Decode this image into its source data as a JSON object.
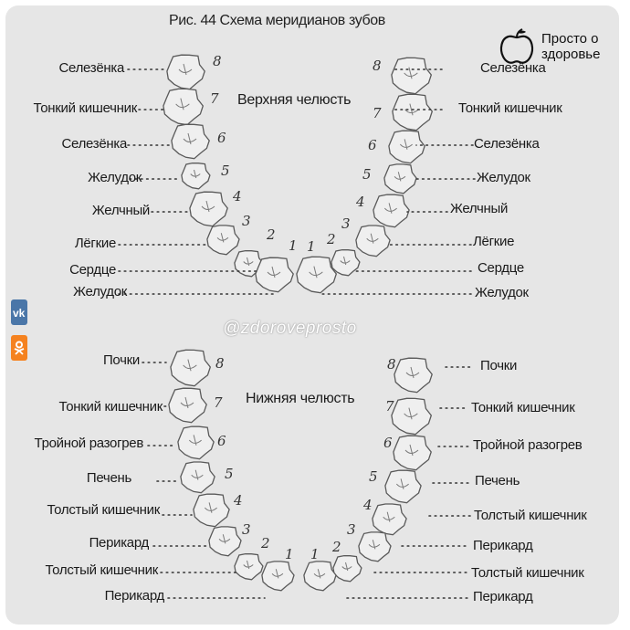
{
  "title": "Рис. 44 Схема меридианов зубов",
  "brand": {
    "line1": "Просто о",
    "line2": "здоровье"
  },
  "watermark": "@zdoroveprosto",
  "upper_jaw": {
    "label": "Верхняя челюсть",
    "left_labels": [
      "Селезёнка",
      "Тонкий кишечник",
      "Селезёнка",
      "Желудок",
      "Желчный",
      "Лёгкие",
      "Сердце",
      "Желудок"
    ],
    "right_labels": [
      "Селезёнка",
      "Тонкий кишечник",
      "Селезёнка",
      "Желудок",
      "Желчный",
      "Лёгкие",
      "Сердце",
      "Желудок"
    ],
    "tooth_numbers_left": [
      "8",
      "7",
      "6",
      "5",
      "4",
      "3",
      "2",
      "1"
    ],
    "tooth_numbers_right": [
      "8",
      "7",
      "6",
      "5",
      "4",
      "3",
      "2",
      "1"
    ]
  },
  "lower_jaw": {
    "label": "Нижняя челюсть",
    "left_labels": [
      "Почки",
      "Тонкий кишечник",
      "Тройной разогрев",
      "Печень",
      "Толстый кишечник",
      "Перикард",
      "Толстый кишечник",
      "Перикард"
    ],
    "right_labels": [
      "Почки",
      "Тонкий кишечник",
      "Тройной разогрев",
      "Печень",
      "Толстый кишечник",
      "Перикард",
      "Толстый кишечник",
      "Перикард"
    ],
    "tooth_numbers_left": [
      "8",
      "7",
      "6",
      "5",
      "4",
      "3",
      "2",
      "1"
    ],
    "tooth_numbers_right": [
      "8",
      "7",
      "6",
      "5",
      "4",
      "3",
      "2",
      "1"
    ]
  },
  "colors": {
    "vk": "#4a76a8",
    "ok": "#f5821f",
    "background": "#e6e6e6"
  },
  "icons": {
    "vk": "vk-icon",
    "ok": "odnoklassniki-icon",
    "brand": "apple-logo-icon"
  }
}
